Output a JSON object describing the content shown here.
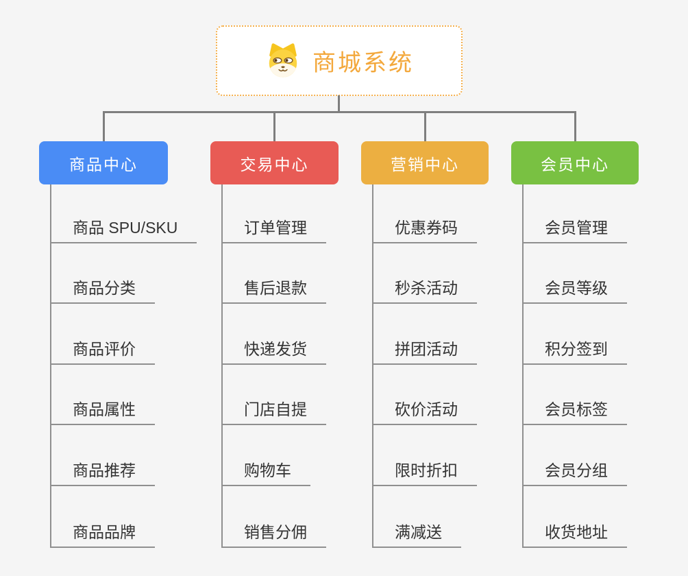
{
  "canvas": {
    "background": "#F5F5F5",
    "connector_color": "#7E7E7E",
    "underline_color": "#8F8F8F"
  },
  "root": {
    "label": "商城系统",
    "text_color": "#F3A83C",
    "border_color": "#F5B04C",
    "icon": "dog-face-icon"
  },
  "branches": [
    {
      "key": "product-center",
      "label": "商品中心",
      "color": "#4A8CF5",
      "children": [
        "商品 SPU/SKU",
        "商品分类",
        "商品评价",
        "商品属性",
        "商品推荐",
        "商品品牌"
      ]
    },
    {
      "key": "trade-center",
      "label": "交易中心",
      "color": "#E85B55",
      "children": [
        "订单管理",
        "售后退款",
        "快递发货",
        "门店自提",
        "购物车",
        "销售分佣"
      ]
    },
    {
      "key": "marketing-center",
      "label": "营销中心",
      "color": "#ECAF41",
      "children": [
        "优惠券码",
        "秒杀活动",
        "拼团活动",
        "砍价活动",
        "限时折扣",
        "满减送"
      ]
    },
    {
      "key": "member-center",
      "label": "会员中心",
      "color": "#79C142",
      "children": [
        "会员管理",
        "会员等级",
        "积分签到",
        "会员标签",
        "会员分组",
        "收货地址"
      ]
    }
  ]
}
